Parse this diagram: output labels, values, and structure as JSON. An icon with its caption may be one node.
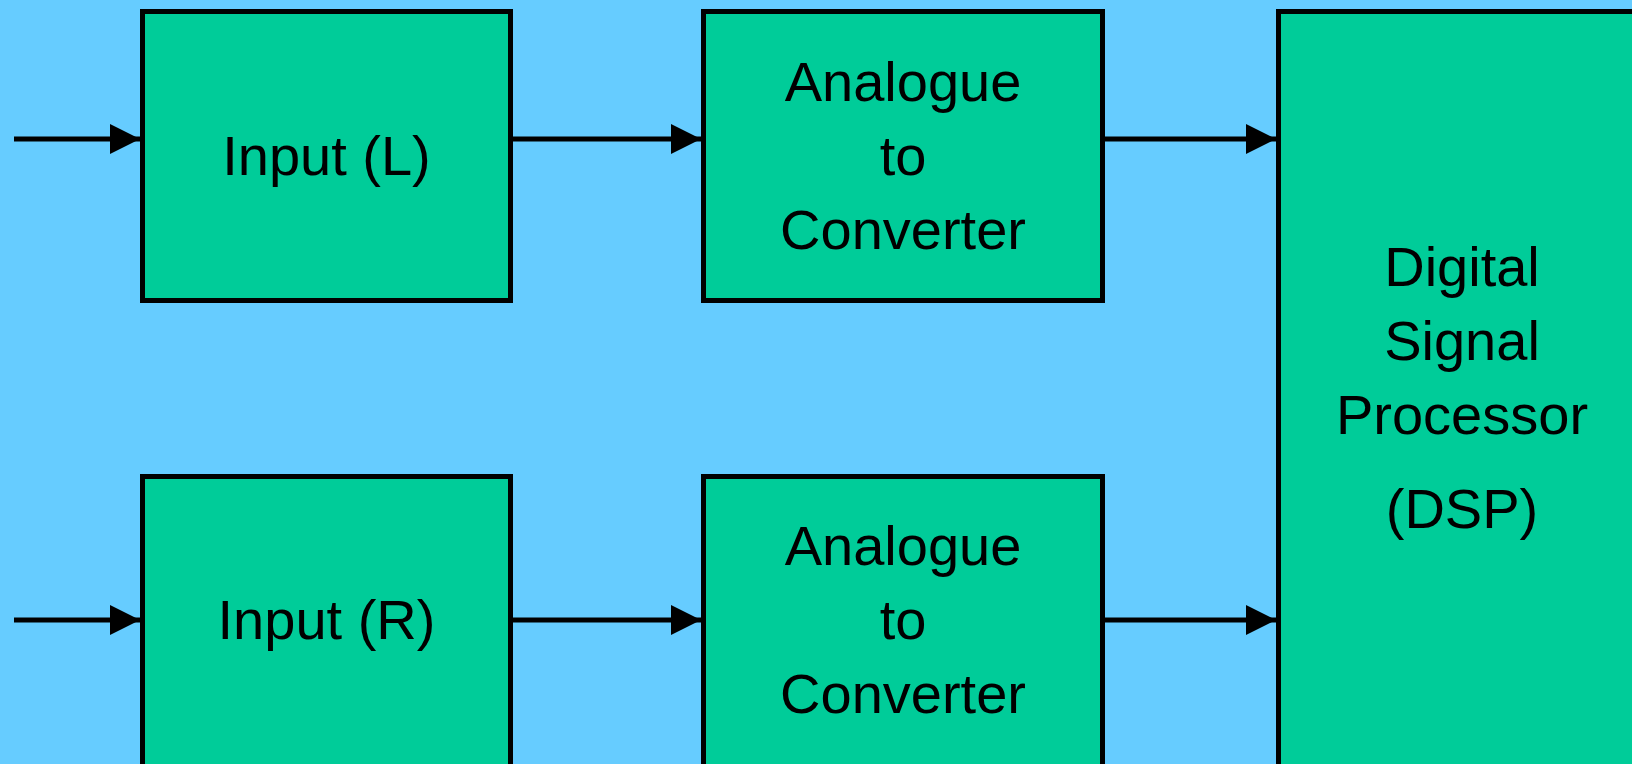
{
  "diagram": {
    "nodes": [
      {
        "text": [
          "Input (L)"
        ]
      },
      {
        "text": [
          "Analogue to Converter"
        ]
      },
      {
        "text": [
          "Digital Signal Processor",
          "(DSP)"
        ]
      },
      {
        "text": [
          "Input (R)"
        ]
      },
      {
        "text": [
          "Analogue to Converter"
        ]
      }
    ],
    "edges": [
      {
        "from": null,
        "to": 0,
        "arrow": "to"
      },
      {
        "from": 0,
        "to": 1,
        "arrow": "to"
      },
      {
        "from": 1,
        "to": 2,
        "arrow": "to"
      },
      {
        "from": null,
        "to": 3,
        "arrow": "to"
      },
      {
        "from": 3,
        "to": 4,
        "arrow": "to"
      },
      {
        "from": 4,
        "to": 2,
        "arrow": "to"
      }
    ]
  }
}
